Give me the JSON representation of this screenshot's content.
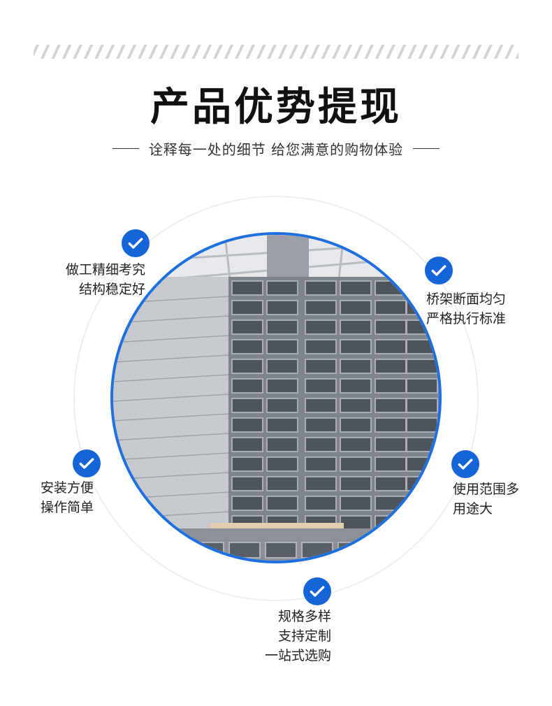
{
  "header": {
    "title": "产品优势提现",
    "subtitle": "诠释每一处的细节 给您满意的购物体验"
  },
  "features": [
    {
      "lines": [
        "做工精细考究",
        "结构稳定好"
      ],
      "icon": "check-circle-icon"
    },
    {
      "lines": [
        "桥架断面均匀",
        "严格执行标准"
      ],
      "icon": "check-circle-icon"
    },
    {
      "lines": [
        "安装方便",
        "操作简单"
      ],
      "icon": "check-circle-icon"
    },
    {
      "lines": [
        "使用范围多",
        "用途大"
      ],
      "icon": "check-circle-icon"
    },
    {
      "lines": [
        "规格多样",
        "支持定制",
        "一站式选购"
      ],
      "icon": "check-circle-icon"
    }
  ],
  "colors": {
    "accent": "#1565d8",
    "ring": "#1e6fe0",
    "text": "#222222"
  }
}
